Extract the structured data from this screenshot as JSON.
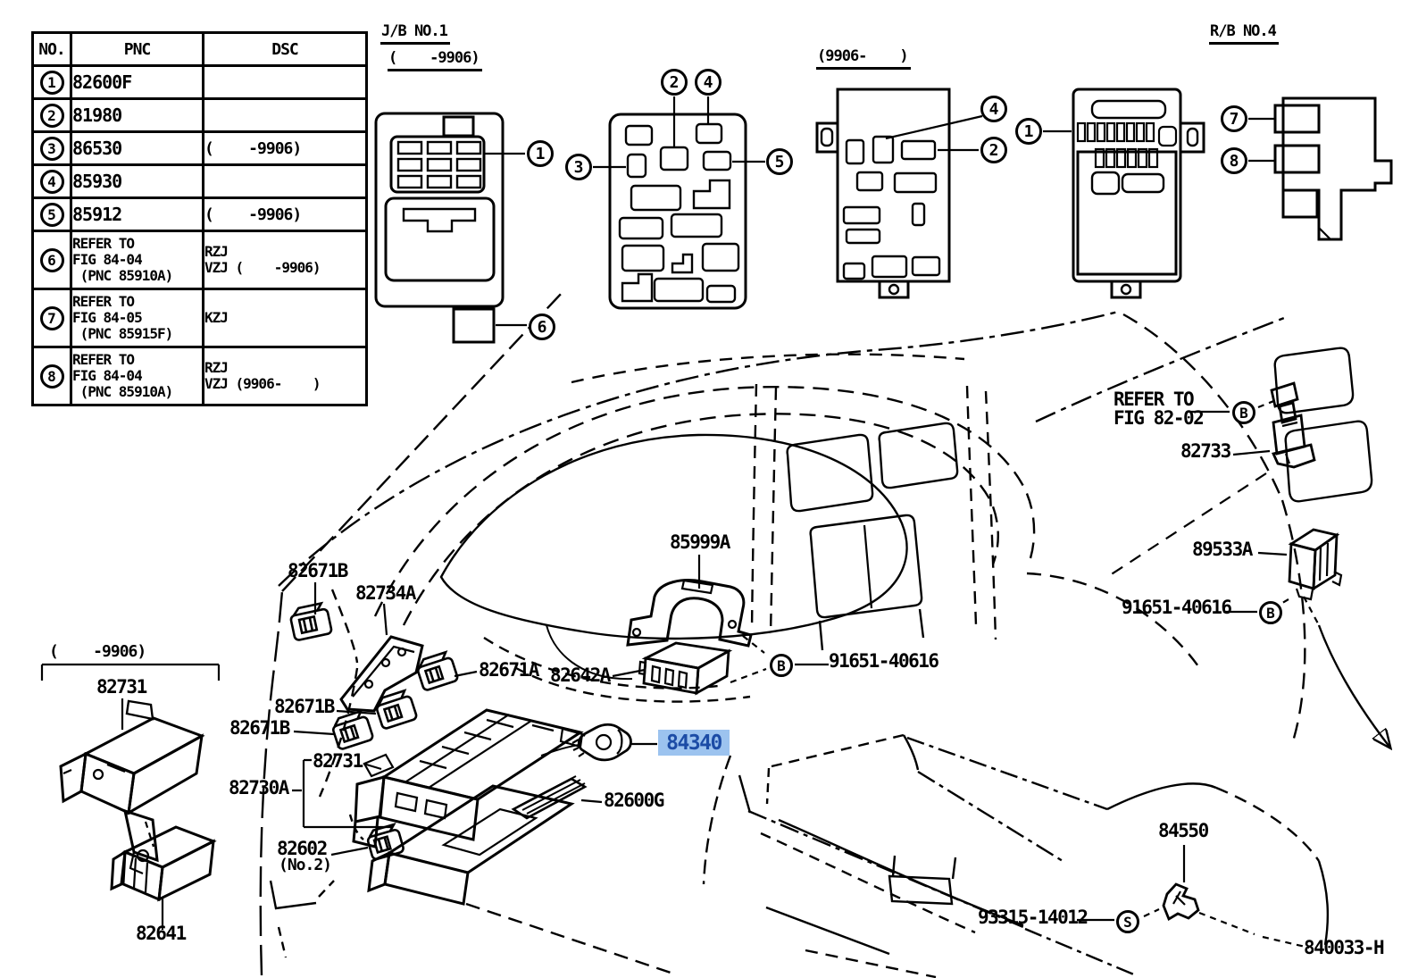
{
  "page": {
    "diagram_code": "840033-H",
    "background": "#ffffff",
    "line_color": "#000000"
  },
  "colors": {
    "highlight_bg": "#9CC3EF",
    "highlight_fg": "#1C4CA6"
  },
  "parts_table": {
    "headers": {
      "no": "NO.",
      "pnc": "PNC",
      "dsc": "DSC"
    },
    "rows": [
      {
        "no": "1",
        "pnc": "82600F",
        "dsc": ""
      },
      {
        "no": "2",
        "pnc": "81980",
        "dsc": ""
      },
      {
        "no": "3",
        "pnc": "86530",
        "dsc": "(    -9906)"
      },
      {
        "no": "4",
        "pnc": "85930",
        "dsc": ""
      },
      {
        "no": "5",
        "pnc": "85912",
        "dsc": "(    -9906)"
      },
      {
        "no": "6",
        "pnc": "REFER TO\nFIG 84-04\n (PNC 85910A)",
        "dsc": "RZJ\nVZJ (    -9906)"
      },
      {
        "no": "7",
        "pnc": "REFER TO\nFIG 84-05\n (PNC 85915F)",
        "dsc": "KZJ"
      },
      {
        "no": "8",
        "pnc": "REFER TO\nFIG 84-04\n (PNC 85910A)",
        "dsc": "RZJ\nVZJ (9906-    )"
      }
    ]
  },
  "section_titles": {
    "jb1": "J/B NO.1",
    "jb1_range": "(    -9906)",
    "late_range": "(9906-    )",
    "rb4": "R/B NO.4",
    "left_range": "(    -9906)"
  },
  "callouts": [
    "1",
    "3",
    "6",
    "2",
    "4",
    "5",
    "4",
    "2",
    "1",
    "7",
    "8"
  ],
  "markers": [
    "B",
    "B",
    "B",
    "S"
  ],
  "part_labels": [
    "82671B",
    "82734A",
    "85999A",
    "82671A",
    "82642A",
    "91651-40616",
    "82671B",
    "82671B",
    "82731",
    "82730A",
    "82600G",
    "82602",
    "(No.2)",
    "82641",
    "82731",
    "(    -9906)",
    "REFER TO",
    "FIG 82-02",
    "82733",
    "89533A",
    "91651-40616",
    "84550",
    "93315-14012",
    "840033-H"
  ],
  "highlight": {
    "text": "84340"
  }
}
